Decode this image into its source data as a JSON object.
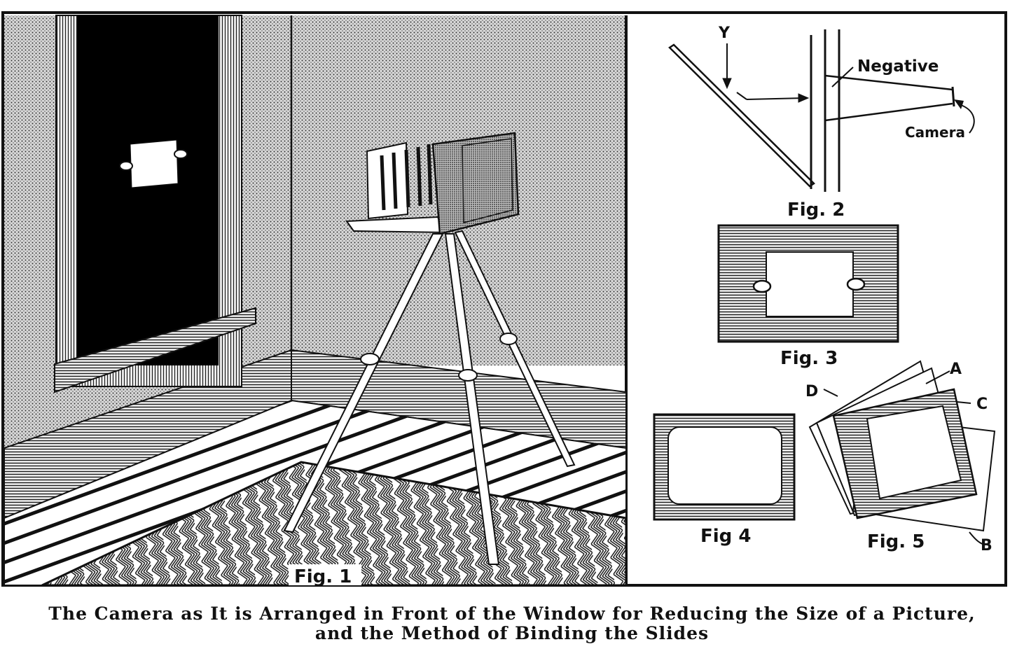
{
  "figures": {
    "fig1": {
      "label": "Fig. 1"
    },
    "fig2": {
      "label": "Fig. 2",
      "y_label": "Y",
      "negative_label": "Negative",
      "camera_label": "Camera"
    },
    "fig3": {
      "label": "Fig. 3"
    },
    "fig4": {
      "label": "Fig 4"
    },
    "fig5": {
      "label": "Fig. 5",
      "labels": {
        "a": "A",
        "b": "B",
        "c": "C",
        "d": "D"
      }
    }
  },
  "caption": {
    "line1": "The Camera as It is Arranged in Front of the Window for Reducing the Size of a Picture,",
    "line2": "and the Method of Binding the Slides"
  }
}
